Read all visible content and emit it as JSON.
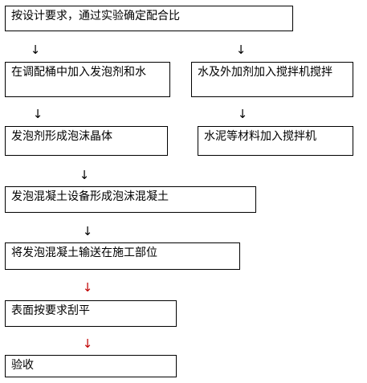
{
  "flowchart": {
    "boxes": {
      "step1": "按设计要求，通过实验确定配合比",
      "step2a": "在调配桶中加入发泡剂和水",
      "step2b": "水及外加剂加入搅拌机搅拌",
      "step3a": "发泡剂形成泡沫晶体",
      "step3b": "水泥等材料加入搅拌机",
      "step4": "发泡混凝土设备形成泡沫混凝土",
      "step5": "将发泡混凝土输送在施工部位",
      "step6": "表面按要求刮平",
      "step7": "验收"
    },
    "arrow_glyph": "↓",
    "colors": {
      "border": "#000000",
      "text": "#000000",
      "lower_arrows": "#c00000"
    }
  }
}
